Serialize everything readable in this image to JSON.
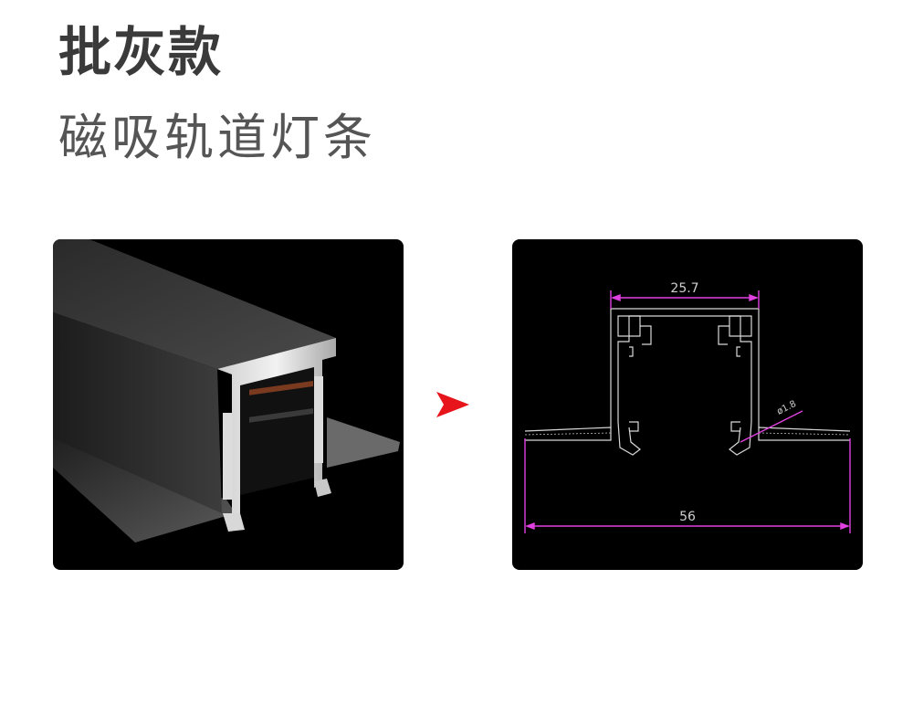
{
  "header": {
    "title": "批灰款",
    "subtitle": "磁吸轨道灯条"
  },
  "drawing": {
    "dim_top": "25.7",
    "dim_bottom": "56",
    "dim_diameter": "ø1.8"
  },
  "colors": {
    "dimension_line": "#e040e0",
    "arrow": "#e8141b"
  },
  "icons": {
    "arrow": "right-triangle-arrow-icon"
  }
}
